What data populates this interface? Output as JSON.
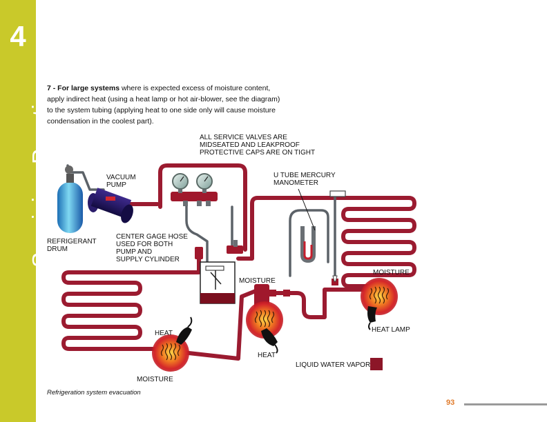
{
  "sidebar": {
    "chapter_number": "4",
    "chapter_title": "Servicing Practices",
    "color": "#c9c92a"
  },
  "intro": {
    "lead": "7 - For large systems",
    "text": " where is expected excess of moisture content, apply indirect heat (using a heat lamp or hot air-blower, see the diagram) to the system tubing (applying heat to one side only will cause moisture condensation in the coolest part)."
  },
  "labels": {
    "service_valves_1": "ALL SERVICE VALVES ARE",
    "service_valves_2": "MIDSEATED AND LEAKPROOF",
    "service_valves_3": "PROTECTIVE CAPS ARE ON TIGHT",
    "vacuum_pump_1": "VACUUM",
    "vacuum_pump_2": "PUMP",
    "utube_1": "U TUBE MERCURY",
    "utube_2": "MANOMETER",
    "refrigerant_drum_1": "REFRIGERANT",
    "refrigerant_drum_2": "DRUM",
    "center_hose_1": "CENTER GAGE HOSE",
    "center_hose_2": "USED FOR BOTH",
    "center_hose_3": "PUMP AND",
    "center_hose_4": "SUPPLY CYLINDER",
    "moisture_center": "MOISTURE",
    "moisture_right": "MOISTURE",
    "moisture_bottom": "MOISTURE",
    "heat_left": "HEAT",
    "heat_center": "HEAT",
    "heat_lamp": "HEAT LAMP",
    "legend": "LIQUID WATER VAPOR"
  },
  "colors": {
    "tubing": "#9b1b30",
    "legend_swatch": "#8c1628",
    "page_number": "#e07a2a"
  },
  "caption": "Refrigeration system evacuation",
  "page_number": "93"
}
